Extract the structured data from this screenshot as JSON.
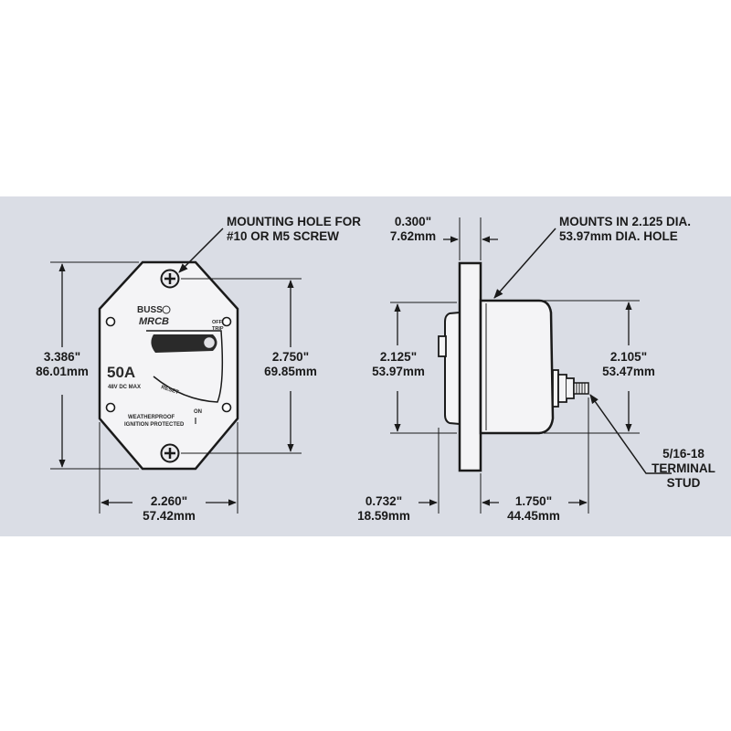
{
  "front_view": {
    "mounting_hole_callout": [
      "MOUNTING HOLE FOR",
      "#10 OR M5 SCREW"
    ],
    "overall_height": [
      "3.386\"",
      "86.01mm"
    ],
    "hole_spacing": [
      "2.750\"",
      "69.85mm"
    ],
    "body_width": [
      "2.260\"",
      "57.42mm"
    ],
    "plate": {
      "brand": "BUSS",
      "model": "MRCB",
      "rating": "50A",
      "voltage": "48V DC MAX",
      "lever_off": "OFF",
      "lever_trip": "TRIP",
      "reset": "RESET",
      "on": "ON",
      "protection": [
        "WEATHERPROOF",
        "IGNITION PROTECTED"
      ]
    }
  },
  "side_view": {
    "flange_thickness": [
      "0.300\"",
      "7.62mm"
    ],
    "mount_hole_callout": [
      "MOUNTS IN 2.125  DIA.",
      "53.97mm DIA. HOLE"
    ],
    "front_diameter": [
      "2.125\"",
      "53.97mm"
    ],
    "rear_diameter": [
      "2.105\"",
      "53.47mm"
    ],
    "front_depth": [
      "0.732\"",
      "18.59mm"
    ],
    "rear_depth": [
      "1.750\"",
      "44.45mm"
    ],
    "terminal_callout": [
      "5/16-18",
      "TERMINAL",
      "STUD"
    ]
  },
  "colors": {
    "background": "#dadde5",
    "line": "#1a1a1a",
    "part_fill": "#f4f4f6"
  }
}
